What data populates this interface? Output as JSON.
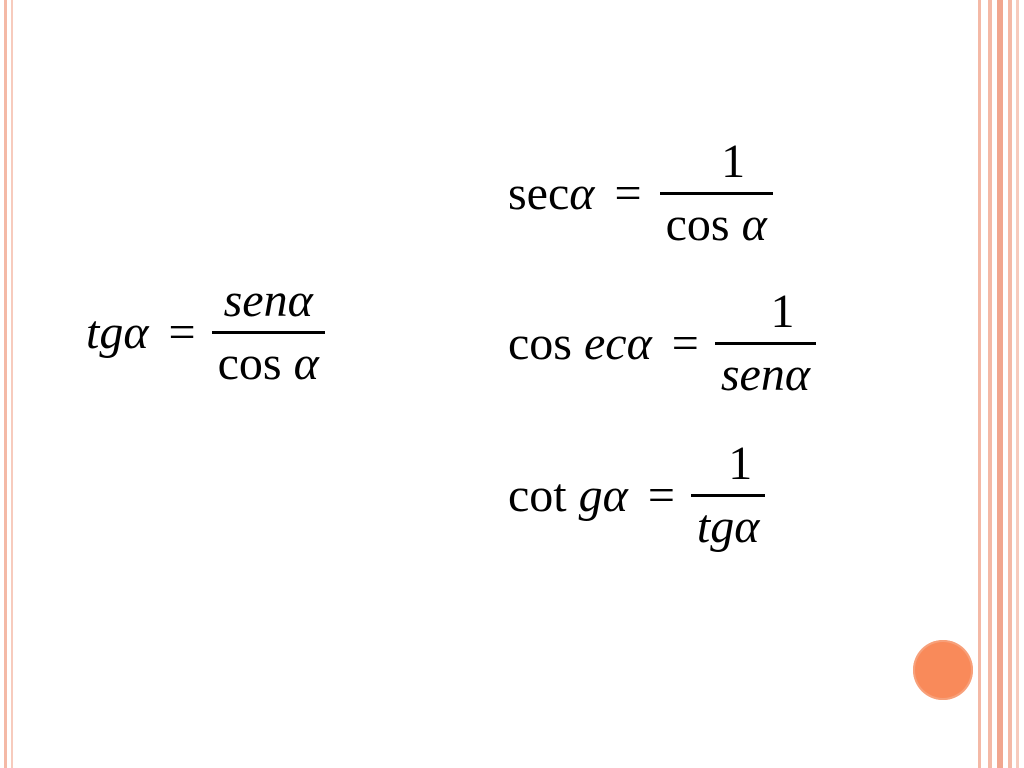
{
  "slide": {
    "colors": {
      "border_line": "#f4b9a6",
      "dot": "#f98a5a"
    },
    "formulas": {
      "tangent": {
        "lhs_fn": "tg",
        "lhs_var": "α",
        "equals": "=",
        "num_fn": "sen",
        "num_var": "α",
        "den_fn": "cos",
        "den_var": "α"
      },
      "secant": {
        "lhs_fn": "sec",
        "lhs_var": "α",
        "equals": "=",
        "numerator": "1",
        "den_fn": "cos",
        "den_var": "α"
      },
      "cosecant": {
        "lhs_fn_a": "cos",
        "lhs_fn_b": "ec",
        "lhs_var": "α",
        "equals": "=",
        "numerator": "1",
        "den_fn": "sen",
        "den_var": "α"
      },
      "cotangent": {
        "lhs_fn_a": "cot",
        "lhs_fn_b": "g",
        "lhs_var": "α",
        "equals": "=",
        "numerator": "1",
        "den_fn": "tg",
        "den_var": "α"
      }
    }
  }
}
